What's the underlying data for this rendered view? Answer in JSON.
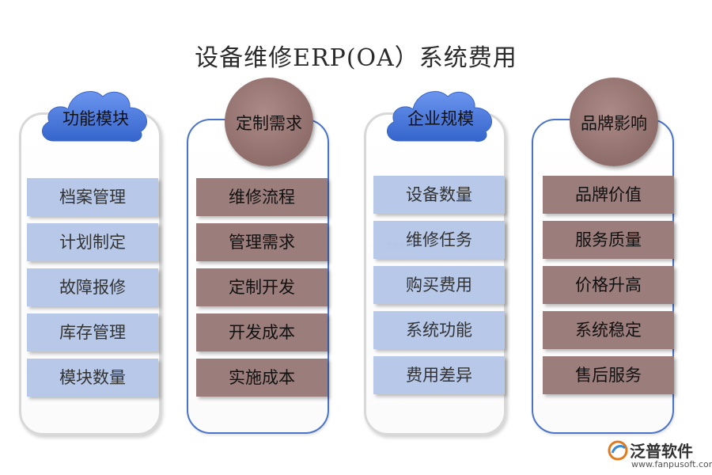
{
  "title": "设备维修ERP(OA）系统费用",
  "columns": [
    {
      "heading": "功能模块",
      "items": [
        "档案管理",
        "计划制定",
        "故障报修",
        "库存管理",
        "模块数量"
      ]
    },
    {
      "heading": "定制需求",
      "items": [
        "维修流程",
        "管理需求",
        "定制开发",
        "开发成本",
        "实施成本"
      ]
    },
    {
      "heading": "企业规模",
      "items": [
        "设备数量",
        "维修任务",
        "购买费用",
        "系统功能",
        "费用差异"
      ]
    },
    {
      "heading": "品牌影响",
      "items": [
        "品牌价值",
        "服务质量",
        "价格升高",
        "系统稳定",
        "售后服务"
      ]
    }
  ],
  "watermark": "泛普软件",
  "logo": {
    "name": "泛普软件",
    "url": "www.fanpusoft.com"
  },
  "colors": {
    "blue_item": "#b7c8e8",
    "brown_item": "#9b7e7b",
    "cloud": "#4a78d8",
    "panel_blue_border": "#4a73c9"
  }
}
